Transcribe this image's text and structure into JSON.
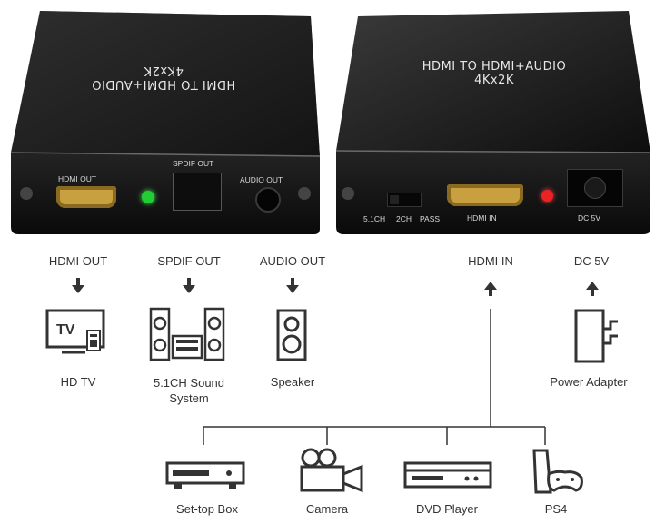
{
  "left_device": {
    "top_text_line1": "HDMI TO HDMI+AUDIO",
    "top_text_line2": "4Kx2K",
    "ports": {
      "hdmi_out": "HDMI OUT",
      "spdif_out": "SPDIF OUT",
      "audio_out": "AUDIO OUT"
    }
  },
  "right_device": {
    "top_text_line1": "HDMI TO HDMI+AUDIO",
    "top_text_line2": "4Kx2K",
    "ports": {
      "switch_5_1ch": "5.1CH",
      "switch_2ch": "2CH",
      "switch_pass": "PASS",
      "hdmi_in": "HDMI IN",
      "dc": "DC 5V"
    }
  },
  "port_labels": {
    "hdmi_out": "HDMI OUT",
    "spdif_out": "SPDIF OUT",
    "audio_out": "AUDIO OUT",
    "hdmi_in": "HDMI IN",
    "dc_5v": "DC 5V"
  },
  "outputs": {
    "hd_tv": "HD TV",
    "tv_screen_text": "TV",
    "sound_system_line1": "5.1CH Sound",
    "sound_system_line2": "System",
    "speaker": "Speaker",
    "power_adapter": "Power Adapter"
  },
  "sources": {
    "set_top_box": "Set-top Box",
    "camera": "Camera",
    "dvd_player": "DVD Player",
    "ps4": "PS4"
  },
  "colors": {
    "device_body": "#151515",
    "led_green": "#22cc33",
    "led_red": "#ee2222",
    "hdmi_gold": "#c8a040",
    "icon_stroke": "#333333"
  }
}
